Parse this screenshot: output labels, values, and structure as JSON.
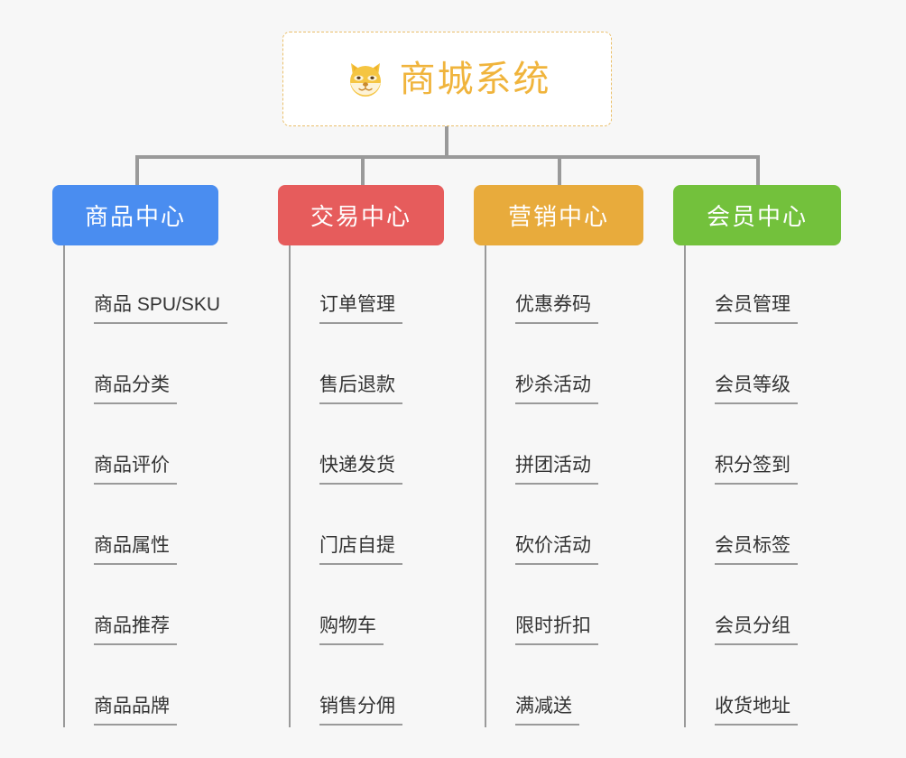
{
  "page": {
    "background_color": "#f7f7f7",
    "connector_color": "#9a9a9a"
  },
  "root": {
    "title": "商城系统",
    "icon": "dog-face-emoji",
    "icon_glyph": "🐶",
    "text_color": "#f0b43c",
    "border_color": "#eabf6a",
    "background_color": "#ffffff"
  },
  "columns": [
    {
      "id": "product-center",
      "label": "商品中心",
      "color": "#4a8df0",
      "items": [
        "商品 SPU/SKU",
        "商品分类",
        "商品评价",
        "商品属性",
        "商品推荐",
        "商品品牌"
      ]
    },
    {
      "id": "trade-center",
      "label": "交易中心",
      "color": "#e65c5c",
      "items": [
        "订单管理",
        "售后退款",
        "快递发货",
        "门店自提",
        "购物车",
        "销售分佣"
      ]
    },
    {
      "id": "marketing-center",
      "label": "营销中心",
      "color": "#e8ab3c",
      "items": [
        "优惠券码",
        "秒杀活动",
        "拼团活动",
        "砍价活动",
        "限时折扣",
        "满减送"
      ]
    },
    {
      "id": "member-center",
      "label": "会员中心",
      "color": "#73c13c",
      "items": [
        "会员管理",
        "会员等级",
        "积分签到",
        "会员标签",
        "会员分组",
        "收货地址"
      ]
    }
  ]
}
